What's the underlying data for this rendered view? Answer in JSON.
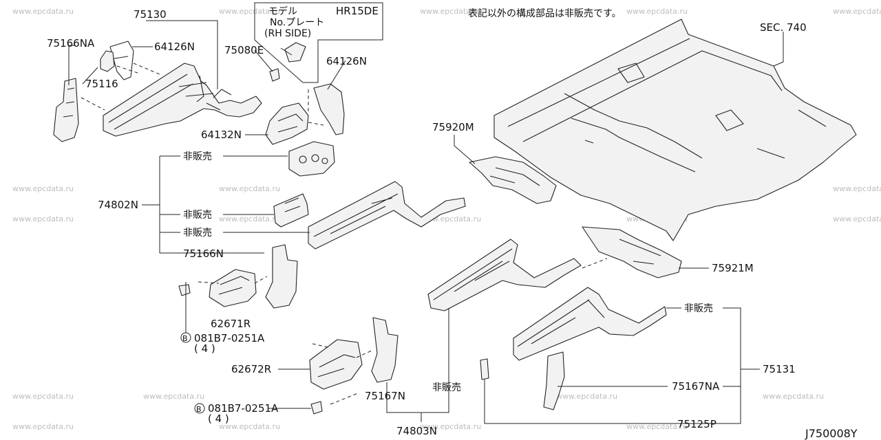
{
  "diagram_code": "J750008Y",
  "note_sale": "表記以外の構成部品は非販売です。",
  "callout": {
    "line1": "モデル",
    "line2": "No.プレート",
    "line3": "(RH SIDE)",
    "engine": "HR15DE"
  },
  "parts": {
    "p75130": "75130",
    "p75166NA": "75166NA",
    "p64126N_a": "64126N",
    "p75116": "75116",
    "p75080E": "75080E",
    "p64126N_b": "64126N",
    "p64132N": "64132N",
    "sec740": "SEC. 740",
    "p75920M": "75920M",
    "p74802N": "74802N",
    "ns1": "非販売",
    "ns2": "非販売",
    "ns3": "非販売",
    "p75166N": "75166N",
    "p75921M": "75921M",
    "p62671R": "62671R",
    "bolt1": "081B7-0251A",
    "bolt1_qty": "( 4 )",
    "ns4": "非販売",
    "p75131": "75131",
    "p62672R": "62672R",
    "ns5": "非販売",
    "p75167NA": "75167NA",
    "p75167N": "75167N",
    "bolt2": "081B7-0251A",
    "bolt2_qty": "( 4 )",
    "p74803N": "74803N",
    "p75125P": "75125P",
    "bolt_marker": "B"
  },
  "watermark": "www.epcdata.ru"
}
